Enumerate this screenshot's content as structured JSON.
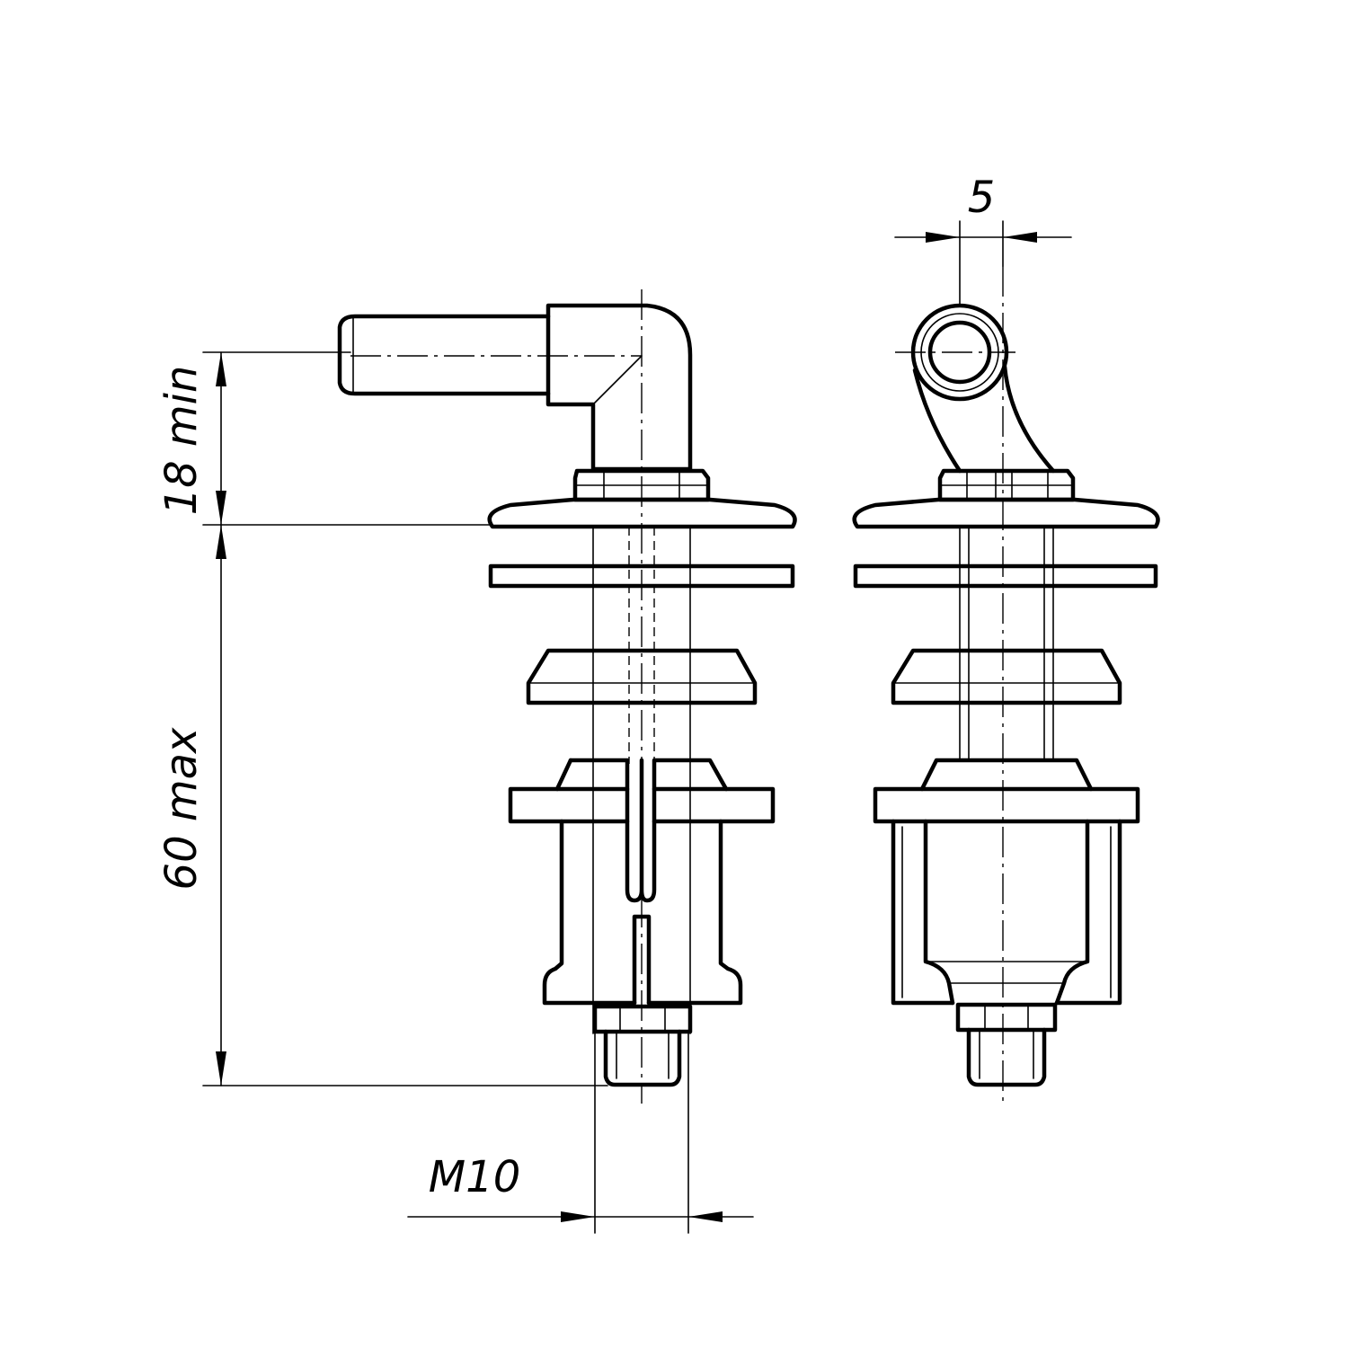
{
  "dimensions": {
    "clearance_label": "18 min",
    "length_label": "60 max",
    "thread_label": "M10",
    "offset_label": "5"
  }
}
